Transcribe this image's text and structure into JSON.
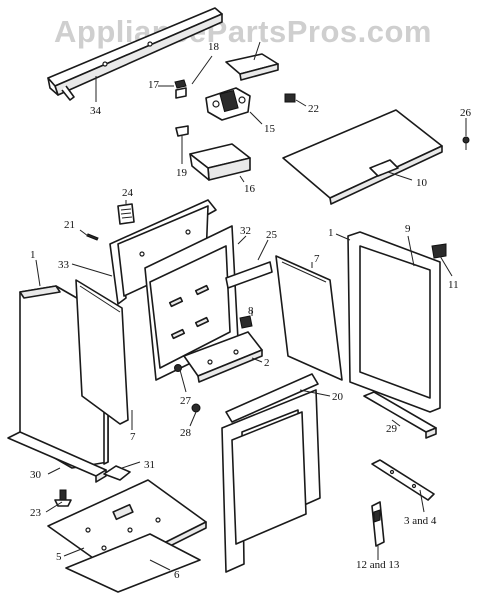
{
  "watermark": "AppliancePartsPros.com",
  "callouts": {
    "c1a": "1",
    "c1b": "1",
    "c2": "2",
    "c3": "3 and 4",
    "c5": "5",
    "c6": "6",
    "c7a": "7",
    "c7b": "7",
    "c8": "8",
    "c9": "9",
    "c10": "10",
    "c11": "11",
    "c12": "12 and 13",
    "c15": "15",
    "c16": "16",
    "c17": "17",
    "c18": "18",
    "c19": "19",
    "c20": "20",
    "c21": "21",
    "c22": "22",
    "c23": "23",
    "c24": "24",
    "c25": "25",
    "c26": "26",
    "c27": "27",
    "c28": "28",
    "c29": "29",
    "c30": "30",
    "c31": "31",
    "c32": "32",
    "c33": "33",
    "c34": "34"
  }
}
